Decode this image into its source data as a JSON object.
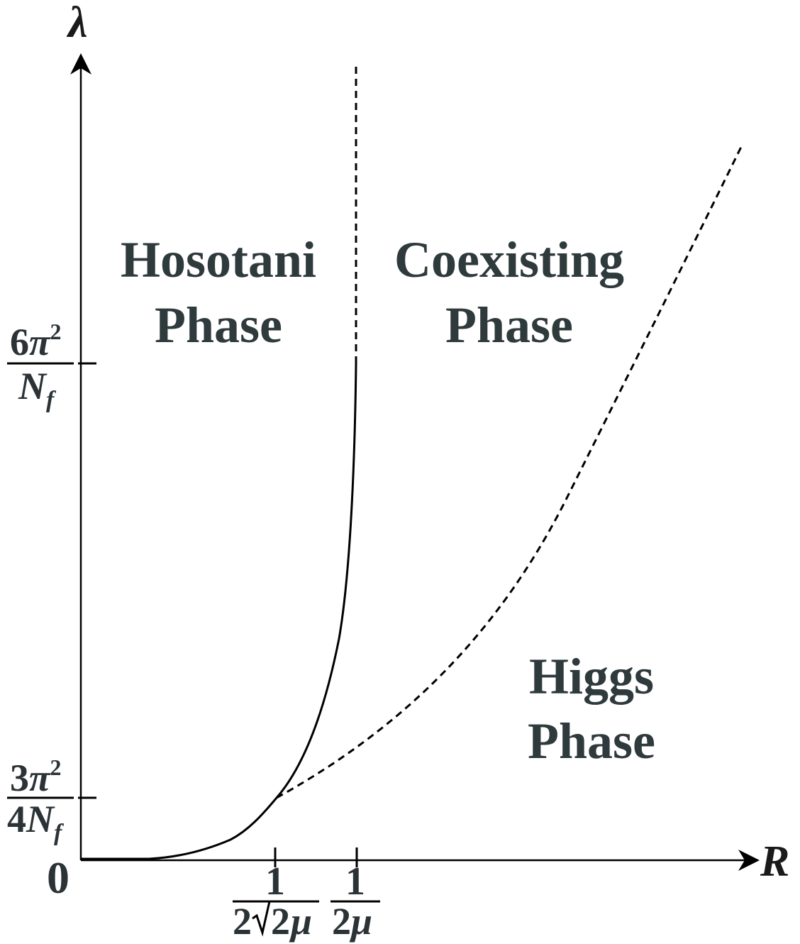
{
  "axes": {
    "y_label": "λ",
    "x_label": "R",
    "origin_label": "0"
  },
  "y_ticks": [
    {
      "num_coef": "3",
      "num_sym": "π",
      "num_exp": "2",
      "den_coef": "4",
      "den_sym": "N",
      "den_sub": "f"
    },
    {
      "num_coef": "6",
      "num_sym": "π",
      "num_exp": "2",
      "den_coef": "",
      "den_sym": "N",
      "den_sub": "f"
    }
  ],
  "x_ticks": [
    {
      "num": "1",
      "den_coef": "2",
      "den_root": "2",
      "den_sym": "μ"
    },
    {
      "num": "1",
      "den_coef": "2",
      "den_sym": "μ"
    }
  ],
  "regions": {
    "hosotani": {
      "line1": "Hosotani",
      "line2": "Phase"
    },
    "coexisting": {
      "line1": "Coexisting",
      "line2": "Phase"
    },
    "higgs": {
      "line1": "Higgs",
      "line2": "Phase"
    }
  },
  "colors": {
    "curve": "#000000",
    "region_text": "#2f3a3d"
  }
}
